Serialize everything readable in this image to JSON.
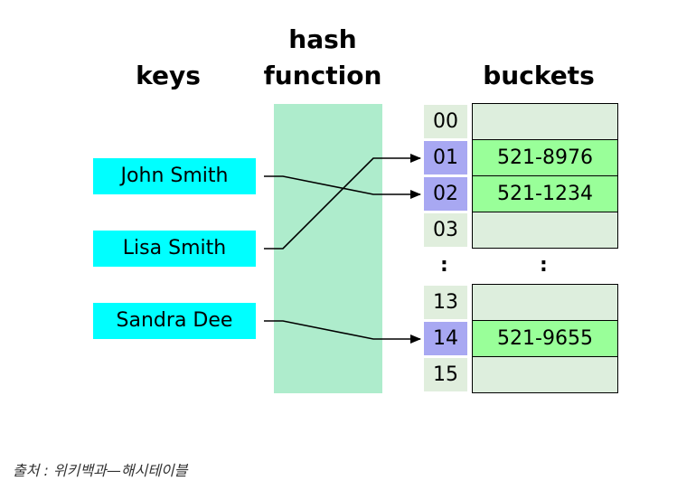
{
  "headers": {
    "keys": "keys",
    "hash_line1": "hash",
    "hash_line2": "function",
    "buckets": "buckets"
  },
  "keys": [
    "John Smith",
    "Lisa Smith",
    "Sandra Dee"
  ],
  "indices": [
    "00",
    "01",
    "02",
    "03",
    "13",
    "14",
    "15"
  ],
  "active_indices": [
    "01",
    "02",
    "14"
  ],
  "buckets": [
    "",
    "521-8976",
    "521-1234",
    "",
    "",
    "521-9655",
    ""
  ],
  "ellipsis": ":",
  "mapping": [
    {
      "key": "John Smith",
      "index": "02"
    },
    {
      "key": "Lisa Smith",
      "index": "01"
    },
    {
      "key": "Sandra Dee",
      "index": "14"
    }
  ],
  "caption": "출처 : 위키백과—해시테이블",
  "colors": {
    "key_bg": "#00ffff",
    "hash_bg": "#aeeccc",
    "index_bg": "#e0eedd",
    "index_active_bg": "#a8a8f2",
    "bucket_bg": "#ddeedd",
    "bucket_filled_bg": "#99ff99"
  }
}
